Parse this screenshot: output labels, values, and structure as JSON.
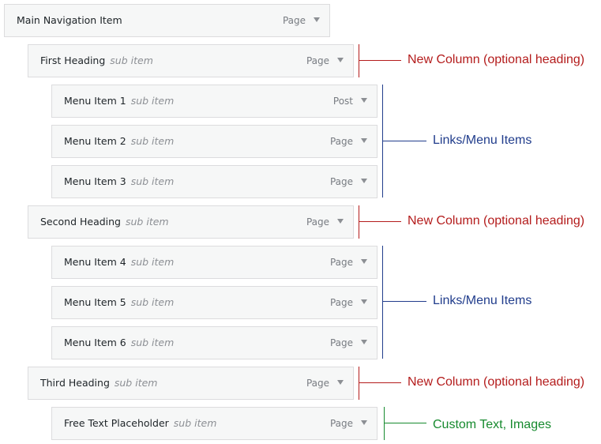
{
  "menu": {
    "main": {
      "title": "Main Navigation Item",
      "type": "Page"
    },
    "first": {
      "title": "First Heading",
      "sub": "sub item",
      "type": "Page"
    },
    "m1": {
      "title": "Menu Item 1",
      "sub": "sub item",
      "type": "Post"
    },
    "m2": {
      "title": "Menu Item 2",
      "sub": "sub item",
      "type": "Page"
    },
    "m3": {
      "title": "Menu Item 3",
      "sub": "sub item",
      "type": "Page"
    },
    "second": {
      "title": "Second Heading",
      "sub": "sub item",
      "type": "Page"
    },
    "m4": {
      "title": "Menu Item 4",
      "sub": "sub item",
      "type": "Page"
    },
    "m5": {
      "title": "Menu Item 5",
      "sub": "sub item",
      "type": "Page"
    },
    "m6": {
      "title": "Menu Item 6",
      "sub": "sub item",
      "type": "Page"
    },
    "third": {
      "title": "Third Heading",
      "sub": "sub item",
      "type": "Page"
    },
    "free": {
      "title": "Free Text Placeholder",
      "sub": "sub item",
      "type": "Page"
    }
  },
  "annotations": {
    "new_column": "New Column (optional heading)",
    "links": "Links/Menu Items",
    "custom": "Custom Text, Images"
  },
  "colors": {
    "heading_annotation": "#b41c1c",
    "links_annotation": "#213d8c",
    "custom_annotation": "#168a2e"
  },
  "icons": {
    "expand": "chevron-down-icon"
  }
}
